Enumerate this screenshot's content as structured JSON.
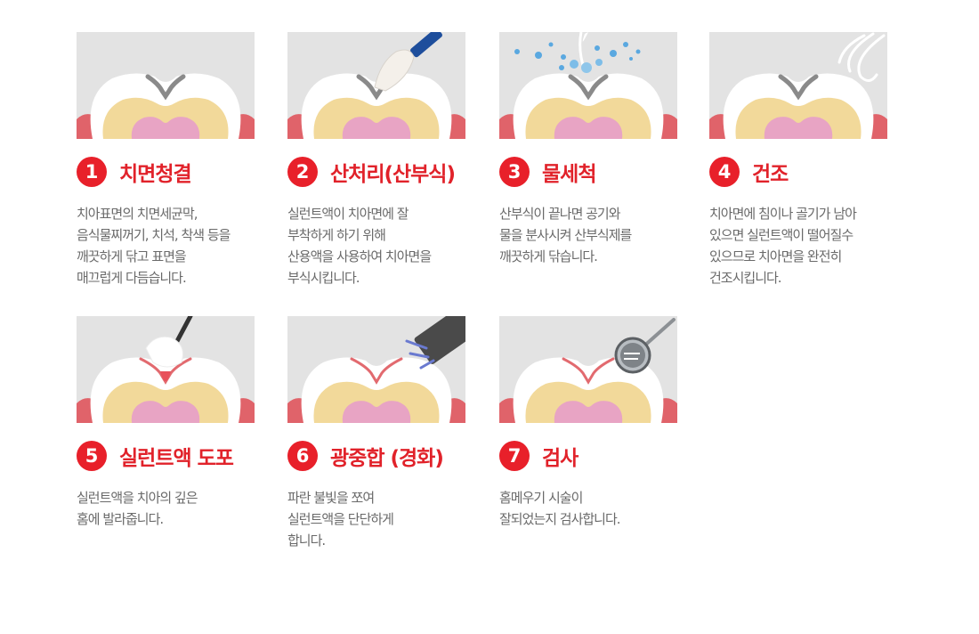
{
  "colors": {
    "accent": "#e8202a",
    "body_text": "#6a6a6a",
    "panel_bg": "#e3e3e3"
  },
  "steps": [
    {
      "num": "1",
      "title": "치면청결",
      "desc": "치아표면의 치면세균막,\n음식물찌꺼기, 치석, 착색 등을\n깨끗하게 닦고 표면을\n매끄럽게 다듬습니다."
    },
    {
      "num": "2",
      "title": "산처리(산부식)",
      "desc": "실런트액이 치아면에 잘\n부착하게 하기 위해\n산용액을 사용하여 치아면을\n부식시킵니다."
    },
    {
      "num": "3",
      "title": "물세척",
      "desc": "산부식이 끝나면 공기와\n물을 분사시켜 산부식제를\n깨끗하게 닦습니다."
    },
    {
      "num": "4",
      "title": "건조",
      "desc": "치아면에 침이나 골기가 남아\n있으면 실런트액이 떨어질수\n있으므로 치아면을 완전히\n건조시킵니다."
    },
    {
      "num": "5",
      "title": "실런트액 도포",
      "desc": "실런트액을 치아의 깊은\n홈에 발라줍니다."
    },
    {
      "num": "6",
      "title": "광중합 (경화)",
      "desc": "파란 불빛을 쪼여\n실런트액을 단단하게\n합니다."
    },
    {
      "num": "7",
      "title": "검사",
      "desc": "홈메우기 시술이\n잘되었는지 검사합니다."
    }
  ]
}
